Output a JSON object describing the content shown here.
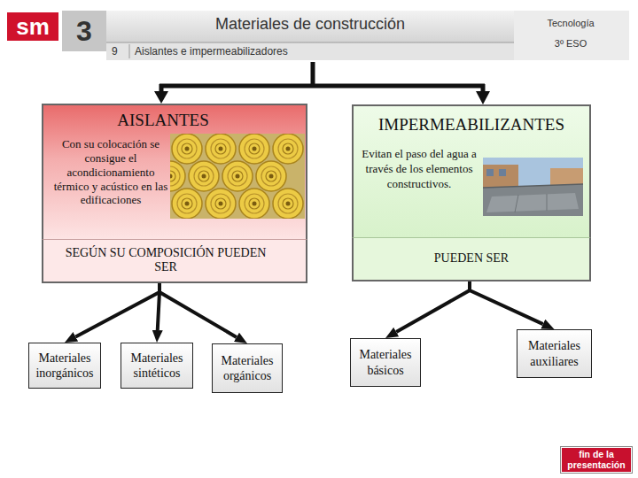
{
  "diagram": {
    "title": "Materiales de construcción",
    "nodes": [
      {
        "text": [
          "AISLANTES",
          "Con su colocación se consigue el acondicionamiento térmico y acústico en las edificaciones"
        ]
      },
      {
        "text": [
          "SEGÚN SU COMPOSICIÓN PUEDEN SER"
        ]
      },
      {
        "text": [
          "IMPERMEABILIZANTES",
          "Evitan el paso del agua a través de los elementos constructivos."
        ]
      },
      {
        "text": [
          "PUEDEN SER"
        ]
      },
      {
        "text": [
          "Materiales inorgánicos"
        ]
      },
      {
        "text": [
          "Materiales sintéticos"
        ]
      },
      {
        "text": [
          "Materiales orgánicos"
        ]
      },
      {
        "text": [
          "Materiales básicos"
        ]
      },
      {
        "text": [
          "Materiales auxiliares"
        ]
      },
      {
        "text": [
          "fin de la presentación"
        ]
      }
    ],
    "edges": [
      {
        "from": 1,
        "to": 4,
        "arrow": "to"
      },
      {
        "from": 1,
        "to": 5,
        "arrow": "to"
      },
      {
        "from": 1,
        "to": 6,
        "arrow": "to"
      },
      {
        "from": 3,
        "to": 7,
        "arrow": "to"
      },
      {
        "from": 3,
        "to": 8,
        "arrow": "to"
      }
    ],
    "labels": [
      "sm",
      "3",
      "9",
      "Aislantes e impermeabilizadores",
      "Tecnología",
      "3º ESO"
    ]
  }
}
